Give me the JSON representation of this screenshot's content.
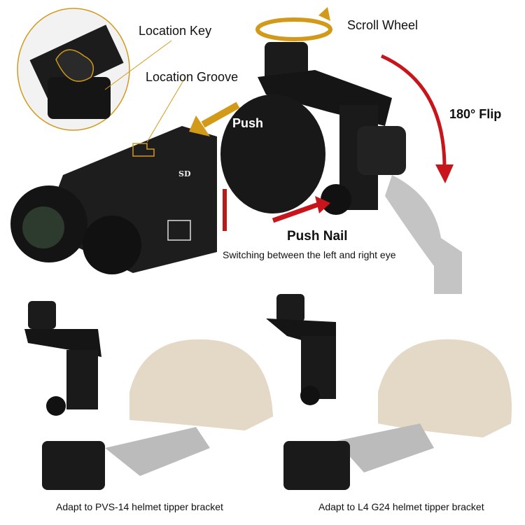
{
  "labels": {
    "location_key": "Location Key",
    "location_groove": "Location Groove",
    "scroll_wheel": "Scroll Wheel",
    "flip": "180° Flip",
    "push": "Push",
    "push_nail": "Push Nail",
    "switching": "Switching between the left and right eye",
    "caption_left": "Adapt to PVS-14 helmet tipper bracket",
    "caption_right": "Adapt to L4 G24 helmet tipper bracket"
  },
  "device_marks": {
    "usb_sd": "SD"
  },
  "colors": {
    "accent_gold": "#d39a1a",
    "arrow_red": "#c8151b",
    "device": "#1a1a1a",
    "helmet": "#e3d9c6"
  }
}
